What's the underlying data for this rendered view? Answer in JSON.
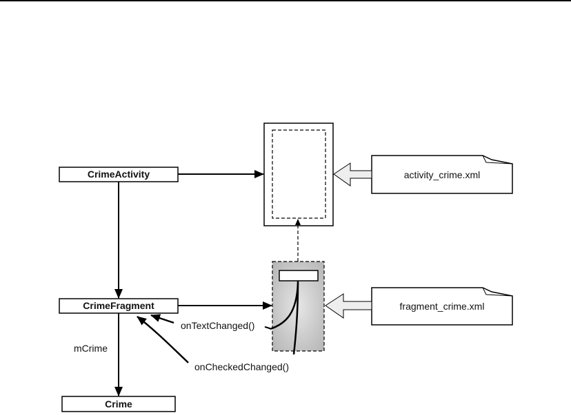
{
  "diagram": {
    "classes": {
      "crime_activity": "CrimeActivity",
      "crime_fragment": "CrimeFragment",
      "crime": "Crime"
    },
    "files": {
      "activity_layout": "activity_crime.xml",
      "fragment_layout": "fragment_crime.xml"
    },
    "labels": {
      "member": "mCrime",
      "text_callback": "onTextChanged()",
      "checked_callback": "onCheckedChanged()"
    },
    "colors": {
      "stroke": "#000000",
      "fragment_fill": "#c8c8c8",
      "inflate_arrow_fill": "#eeeeee"
    }
  }
}
